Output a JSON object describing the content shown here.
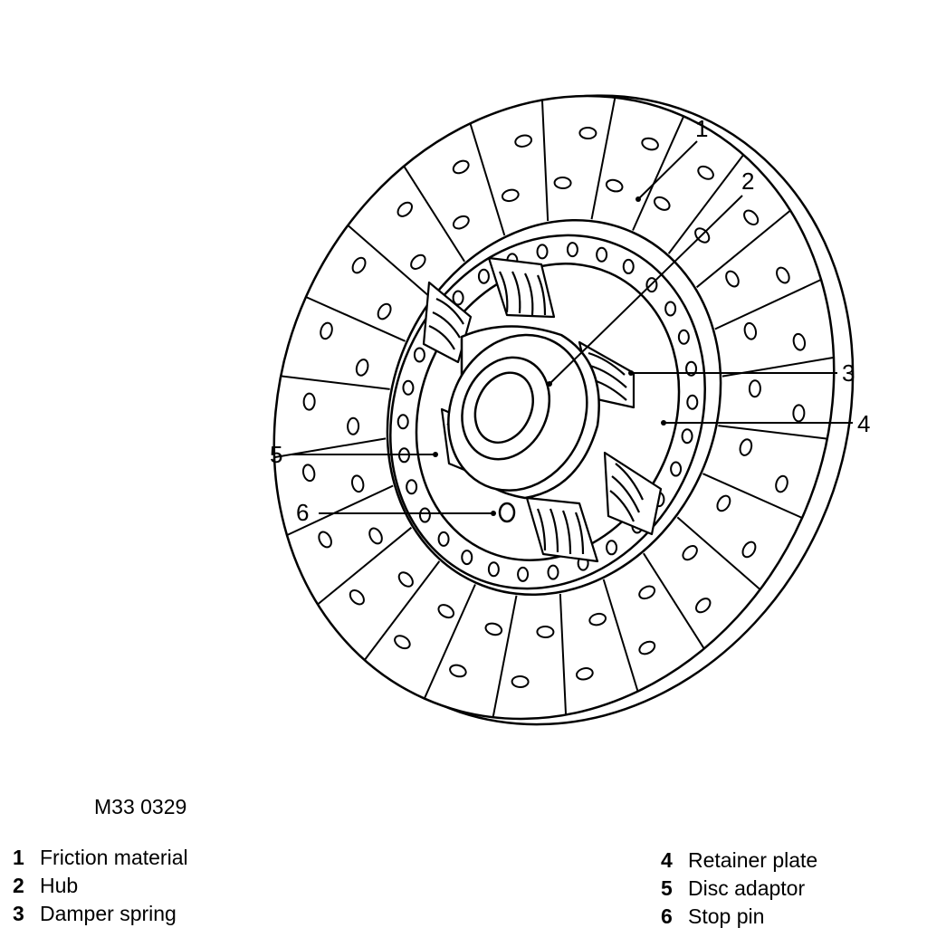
{
  "figure_ref": "M33 0329",
  "callouts": [
    "1",
    "2",
    "3",
    "4",
    "5",
    "6"
  ],
  "legend": [
    {
      "num": "1",
      "label": "Friction material"
    },
    {
      "num": "2",
      "label": "Hub"
    },
    {
      "num": "3",
      "label": "Damper spring"
    },
    {
      "num": "4",
      "label": "Retainer plate"
    },
    {
      "num": "5",
      "label": "Disc adaptor"
    },
    {
      "num": "6",
      "label": "Stop pin"
    }
  ],
  "colors": {
    "ink": "#000000",
    "paper": "#ffffff"
  }
}
